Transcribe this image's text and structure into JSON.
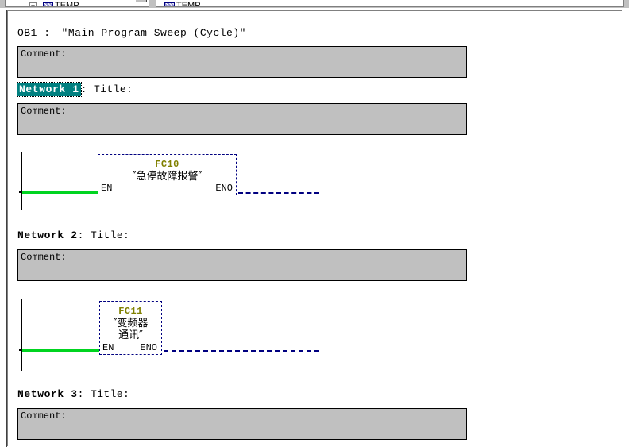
{
  "window": {
    "tree_pane_left": {
      "expander": "+",
      "label": "TEMP",
      "icon": "folder-icon"
    },
    "tree_pane_right": {
      "label": "TEMP",
      "icon": "folder-icon"
    },
    "combo_button_glyph": "▼"
  },
  "block": {
    "name": "OB1 :",
    "title": "″Main Program Sweep (Cycle)″"
  },
  "comments": {
    "block_comment": "Comment:",
    "network1_comment": "Comment:",
    "network2_comment": "Comment:",
    "network3_comment": "Comment:"
  },
  "networks": [
    {
      "label": "Network 1",
      "rest": ": Title:",
      "selected": true,
      "call": {
        "fc_name": "FC10",
        "symbol": "″急停故障报警″",
        "pin_en": "EN",
        "pin_eno": "ENO"
      }
    },
    {
      "label": "Network 2",
      "rest": ": Title:",
      "selected": false,
      "call": {
        "fc_name": "FC11",
        "symbol": "″变频器\n通讯″",
        "pin_en": "EN",
        "pin_eno": "ENO"
      }
    },
    {
      "label": "Network 3",
      "rest": ": Title:",
      "selected": false,
      "call": null
    }
  ],
  "colors": {
    "selection_background": "#008080",
    "fc_name": "#808000",
    "power_wire": "#00d420",
    "eno_wire": "#000080",
    "comment_background": "#c0c0c0",
    "rail": "#000000"
  }
}
